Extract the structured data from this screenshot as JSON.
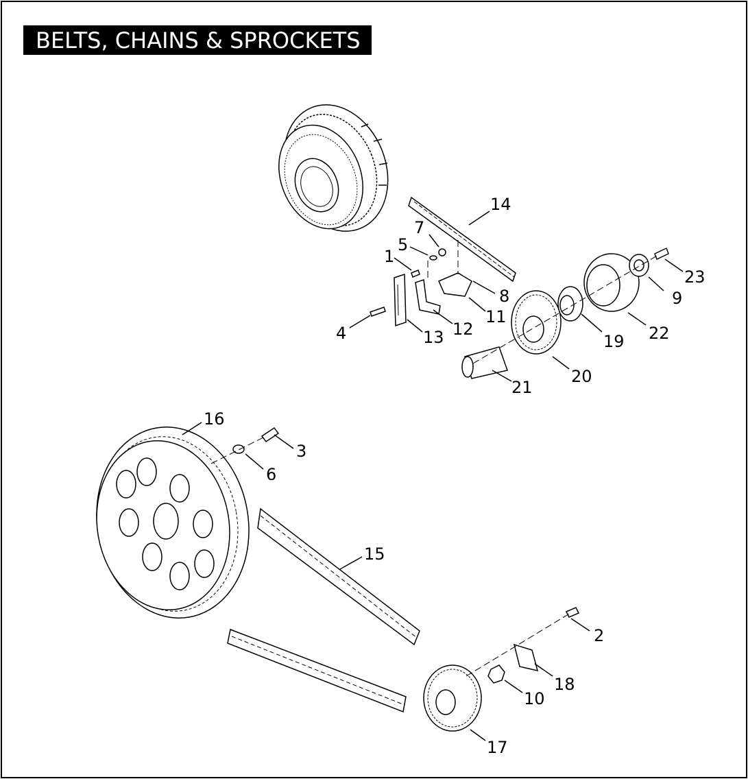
{
  "title": "BELTS, CHAINS & SPROCKETS",
  "callouts": [
    "1",
    "2",
    "3",
    "4",
    "5",
    "6",
    "7",
    "8",
    "9",
    "10",
    "11",
    "12",
    "13",
    "14",
    "15",
    "16",
    "17",
    "18",
    "19",
    "20",
    "21",
    "22",
    "23"
  ]
}
